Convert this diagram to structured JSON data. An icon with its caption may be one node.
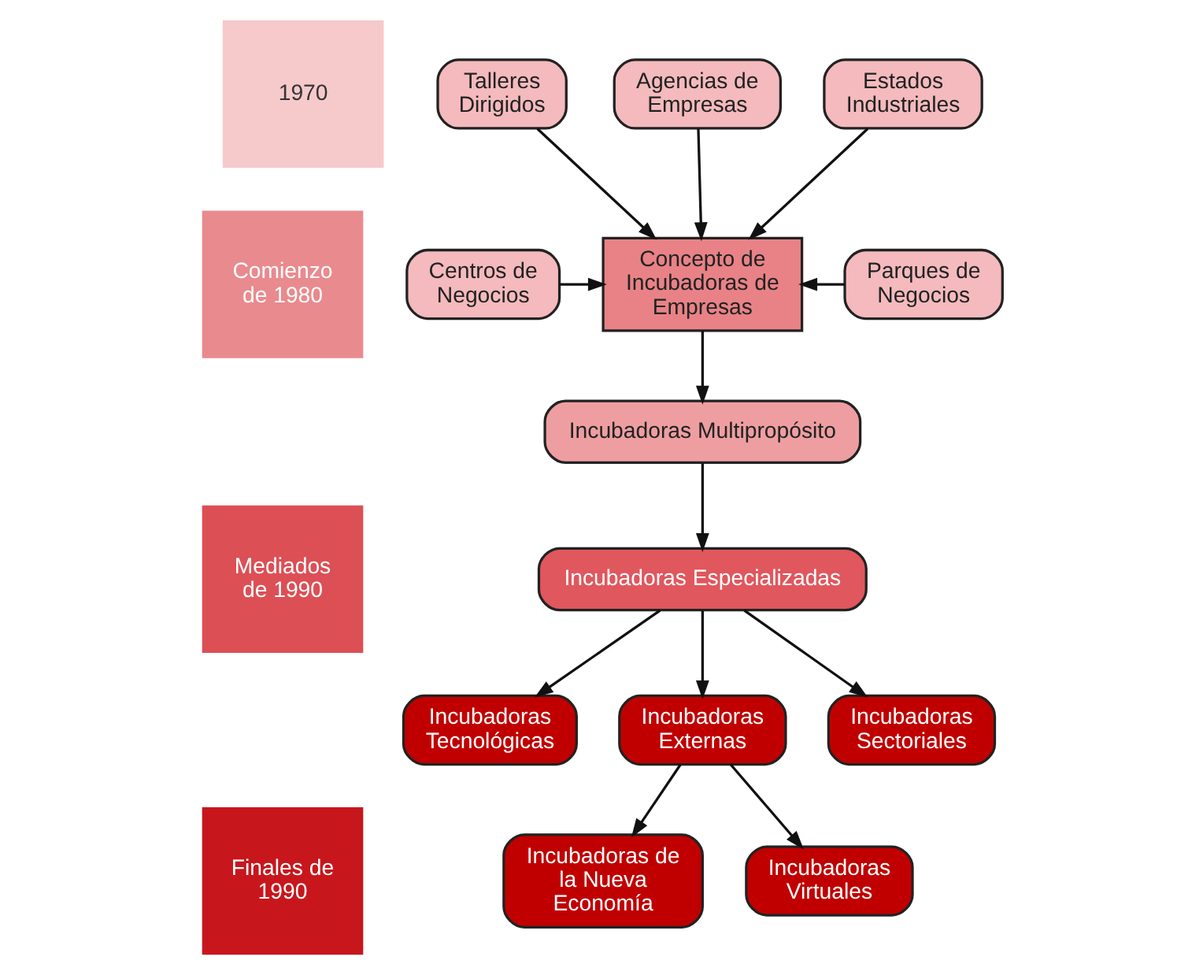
{
  "diagram": {
    "nodes": [
      {
        "text": [
          "1970"
        ]
      },
      {
        "text": [
          "Comienzo de 1980"
        ]
      },
      {
        "text": [
          "Mediados de 1990"
        ]
      },
      {
        "text": [
          "Finales de 1990"
        ]
      },
      {
        "text": [
          "Talleres Dirigidos"
        ]
      },
      {
        "text": [
          "Agencias de Empresas"
        ]
      },
      {
        "text": [
          "Estados Industriales"
        ]
      },
      {
        "text": [
          "Centros de Negocios"
        ]
      },
      {
        "text": [
          "Concepto de Incubadoras de Empresas"
        ]
      },
      {
        "text": [
          "Parques de Negocios"
        ]
      },
      {
        "text": [
          "Incubadoras Multipropósito"
        ]
      },
      {
        "text": [
          "Incubadoras Especializadas"
        ]
      },
      {
        "text": [
          "Incubadoras Tecnológicas"
        ]
      },
      {
        "text": [
          "Incubadoras Externas"
        ]
      },
      {
        "text": [
          "Incubadoras Sectoriales"
        ]
      },
      {
        "text": [
          "Incubadoras de la Nueva Economía"
        ]
      },
      {
        "text": [
          "Incubadoras Virtuales"
        ]
      }
    ],
    "edges": [
      {
        "from": 4,
        "to": 8,
        "arrow": "to"
      },
      {
        "from": 5,
        "to": 8,
        "arrow": "to"
      },
      {
        "from": 6,
        "to": 8,
        "arrow": "to"
      },
      {
        "from": 7,
        "to": 8,
        "arrow": "to"
      },
      {
        "from": 9,
        "to": 8,
        "arrow": "to"
      },
      {
        "from": 8,
        "to": 10,
        "arrow": "to"
      },
      {
        "from": 10,
        "to": 11,
        "arrow": "to"
      },
      {
        "from": 11,
        "to": 12,
        "arrow": "to"
      },
      {
        "from": 11,
        "to": 13,
        "arrow": "to"
      },
      {
        "from": 11,
        "to": 14,
        "arrow": "to"
      },
      {
        "from": 13,
        "to": 15,
        "arrow": "to"
      },
      {
        "from": 13,
        "to": 16,
        "arrow": "to"
      }
    ]
  }
}
